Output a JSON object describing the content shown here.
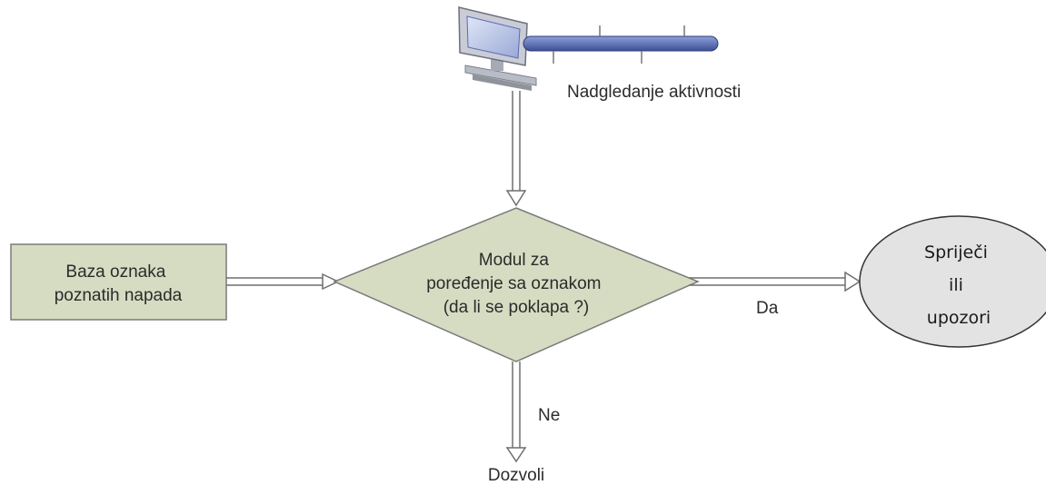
{
  "monitor": {
    "label": "Nadgledanje aktivnosti",
    "icon": "computer-monitor-icon"
  },
  "database": {
    "lines": [
      "Baza oznaka",
      "poznatih napada"
    ]
  },
  "decision": {
    "lines": [
      "Modul za",
      "poređenje sa oznakom",
      "(da li se poklapa ?)"
    ]
  },
  "yes_label": "Da",
  "no_label": "Ne",
  "outcome_yes": {
    "lines": [
      "Spriječi",
      "ili",
      "upozori"
    ]
  },
  "outcome_no": {
    "label": "Dozvoli"
  },
  "colors": {
    "box_fill": "#d6dcc2",
    "box_stroke": "#7a7a7a",
    "arrow_stroke": "#6f6f6f",
    "ellipse_fill": "#e3e3e3",
    "ellipse_stroke": "#333333",
    "monitor_frame": "#c9ccd6",
    "monitor_screen": "#5b6bb0",
    "cable": "#5a6fb0"
  }
}
